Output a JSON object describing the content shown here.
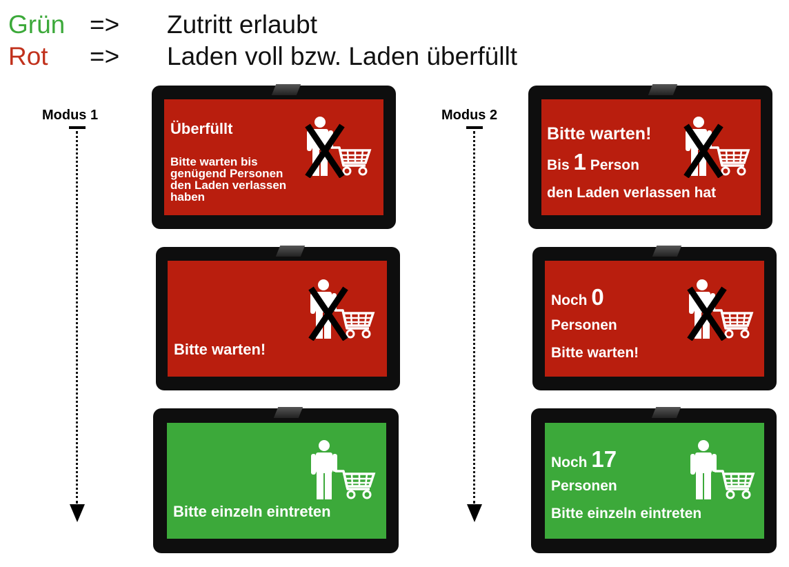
{
  "legend": [
    {
      "color_name": "Grün",
      "arrow": "=>",
      "meaning": "Zutritt erlaubt",
      "color": "#3ca93a"
    },
    {
      "color_name": "Rot",
      "arrow": "=>",
      "meaning": "Laden voll bzw. Laden überfüllt",
      "color": "#c1311c"
    }
  ],
  "modes": [
    {
      "label": "Modus 1",
      "screens": [
        {
          "state": "red",
          "icon": "person-cart-crossed-icon",
          "title": "Überfüllt",
          "lines": [
            "Bitte warten bis",
            "genügend Personen",
            "den Laden verlassen",
            "haben"
          ]
        },
        {
          "state": "red",
          "icon": "person-cart-crossed-icon",
          "message": "Bitte warten!"
        },
        {
          "state": "green",
          "icon": "person-cart-icon",
          "message": "Bitte einzeln eintreten"
        }
      ]
    },
    {
      "label": "Modus 2",
      "screens": [
        {
          "state": "red",
          "icon": "person-cart-crossed-icon",
          "line1": "Bitte warten!",
          "prefix": "Bis",
          "count": "1",
          "suffix": "Person",
          "line3": "den Laden verlassen hat"
        },
        {
          "state": "red",
          "icon": "person-cart-crossed-icon",
          "prefix": "Noch",
          "count": "0",
          "line2": "Personen",
          "line3": "Bitte warten!"
        },
        {
          "state": "green",
          "icon": "person-cart-icon",
          "prefix": "Noch",
          "count": "17",
          "line2": "Personen",
          "line3": "Bitte einzeln eintreten"
        }
      ]
    }
  ],
  "colors": {
    "red_screen": "#b91e0e",
    "green_screen": "#3ca93a",
    "bezel": "#0e0e0e"
  }
}
